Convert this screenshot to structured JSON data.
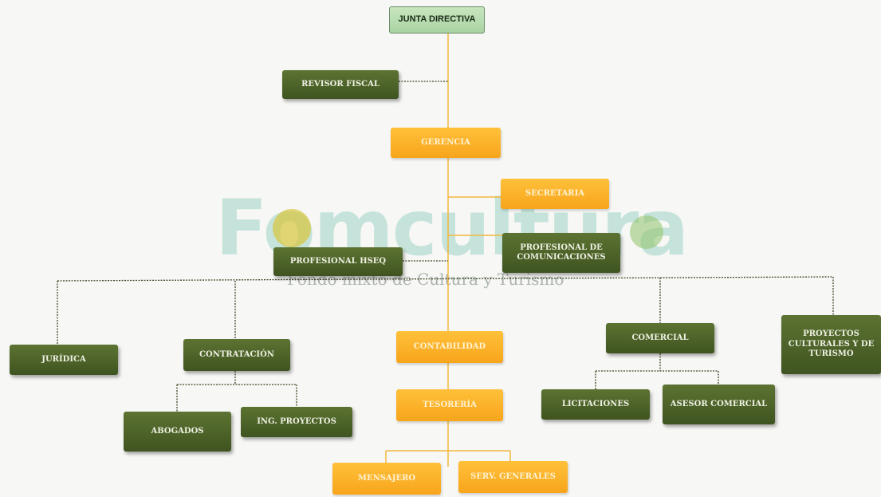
{
  "watermark": {
    "brand": "Fomculturа",
    "tagline": "Fondo mixto de Cultura y Turismo"
  },
  "colors": {
    "dark_green": "#4b6028",
    "orange": "#f9ad25",
    "light_green": "#b9dcb2",
    "line_orange": "#f3b73c",
    "line_dotted": "#3c4a26"
  },
  "nodes": {
    "junta_directiva": "JUNTA DIRECTIVA",
    "revisor_fiscal": "REVISOR FISCAL",
    "gerencia": "GERENCIA",
    "secretaria": "SECRETARIA",
    "profesional_hseq": "PROFESIONAL HSEQ",
    "profesional_comunicaciones": "PROFESIONAL DE COMUNICACIONES",
    "juridica": "JURÍDICA",
    "contratacion": "CONTRATACIÓN",
    "contabilidad": "CONTABILIDAD",
    "comercial": "COMERCIAL",
    "proyectos_culturales": "PROYECTOS CULTURALES Y DE TURISMO",
    "abogados": "ABOGADOS",
    "ing_proyectos": "ING. PROYECTOS",
    "tesoreria": "TESORERÍA",
    "licitaciones": "LICITACIONES",
    "asesor_comercial": "ASESOR COMERCIAL",
    "mensajero": "MENSAJERO",
    "serv_generales": "SERV. GENERALES"
  }
}
